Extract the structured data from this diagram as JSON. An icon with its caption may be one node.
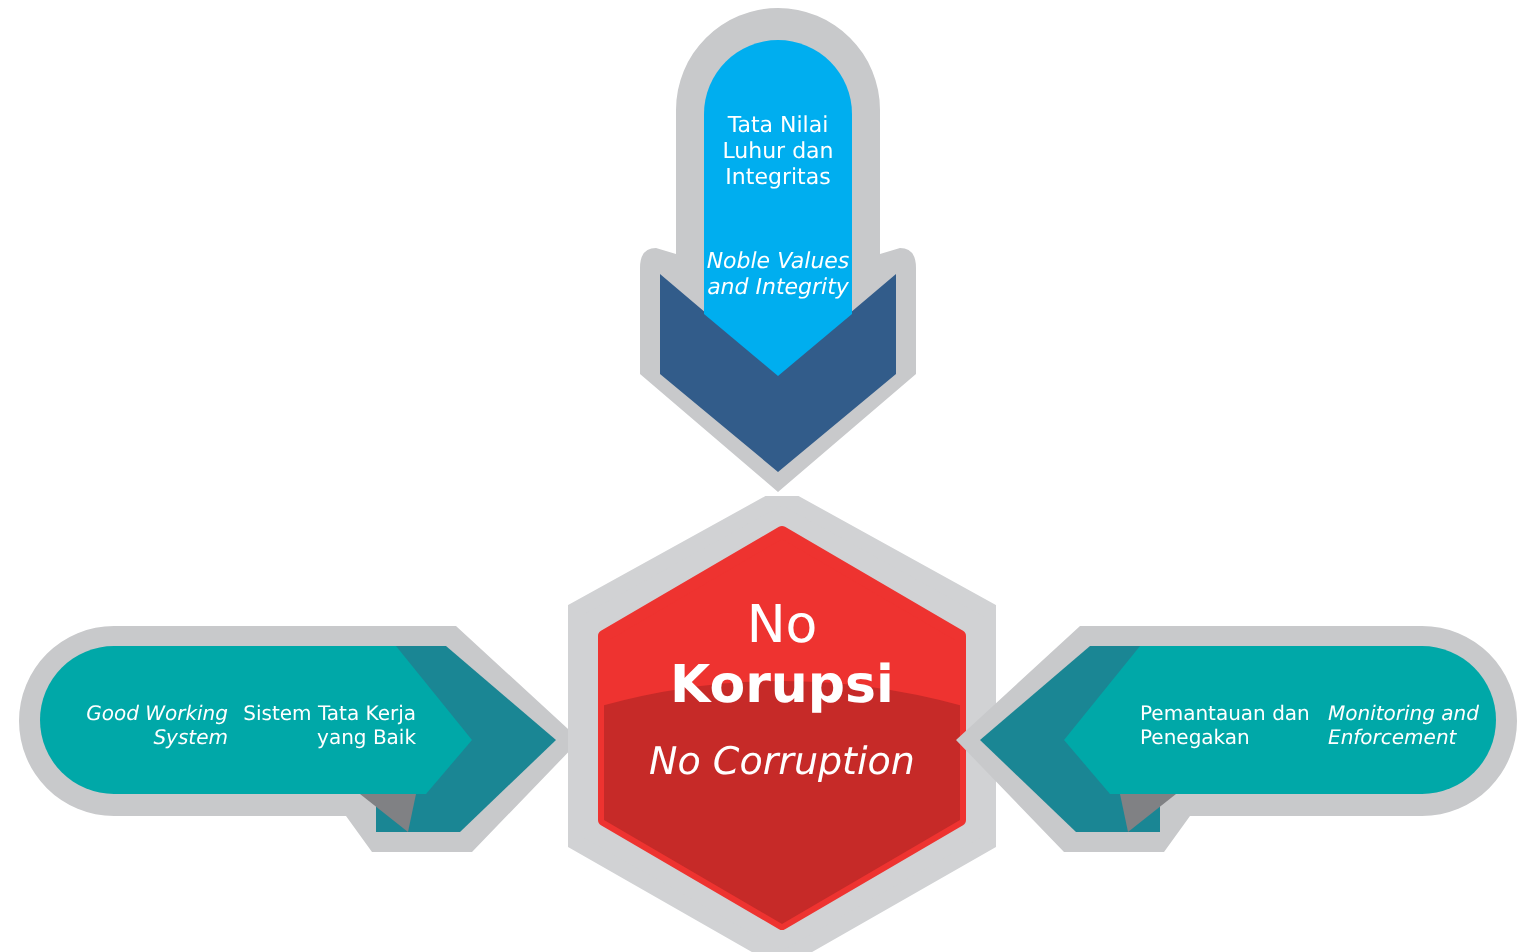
{
  "diagram": {
    "nodes": [
      {
        "text": [
          "Tata Nilai Luhur dan Integritas",
          "Noble Values and Integrity"
        ]
      },
      {
        "text": [
          "Good Working System",
          "Sistem Tata Kerja yang Baik"
        ]
      },
      {
        "text": [
          "No **Korupsi**",
          "No Corruption"
        ]
      },
      {
        "text": [
          "Pemantauan dan Penegakan",
          "Monitoring and Enforcement"
        ]
      }
    ]
  }
}
